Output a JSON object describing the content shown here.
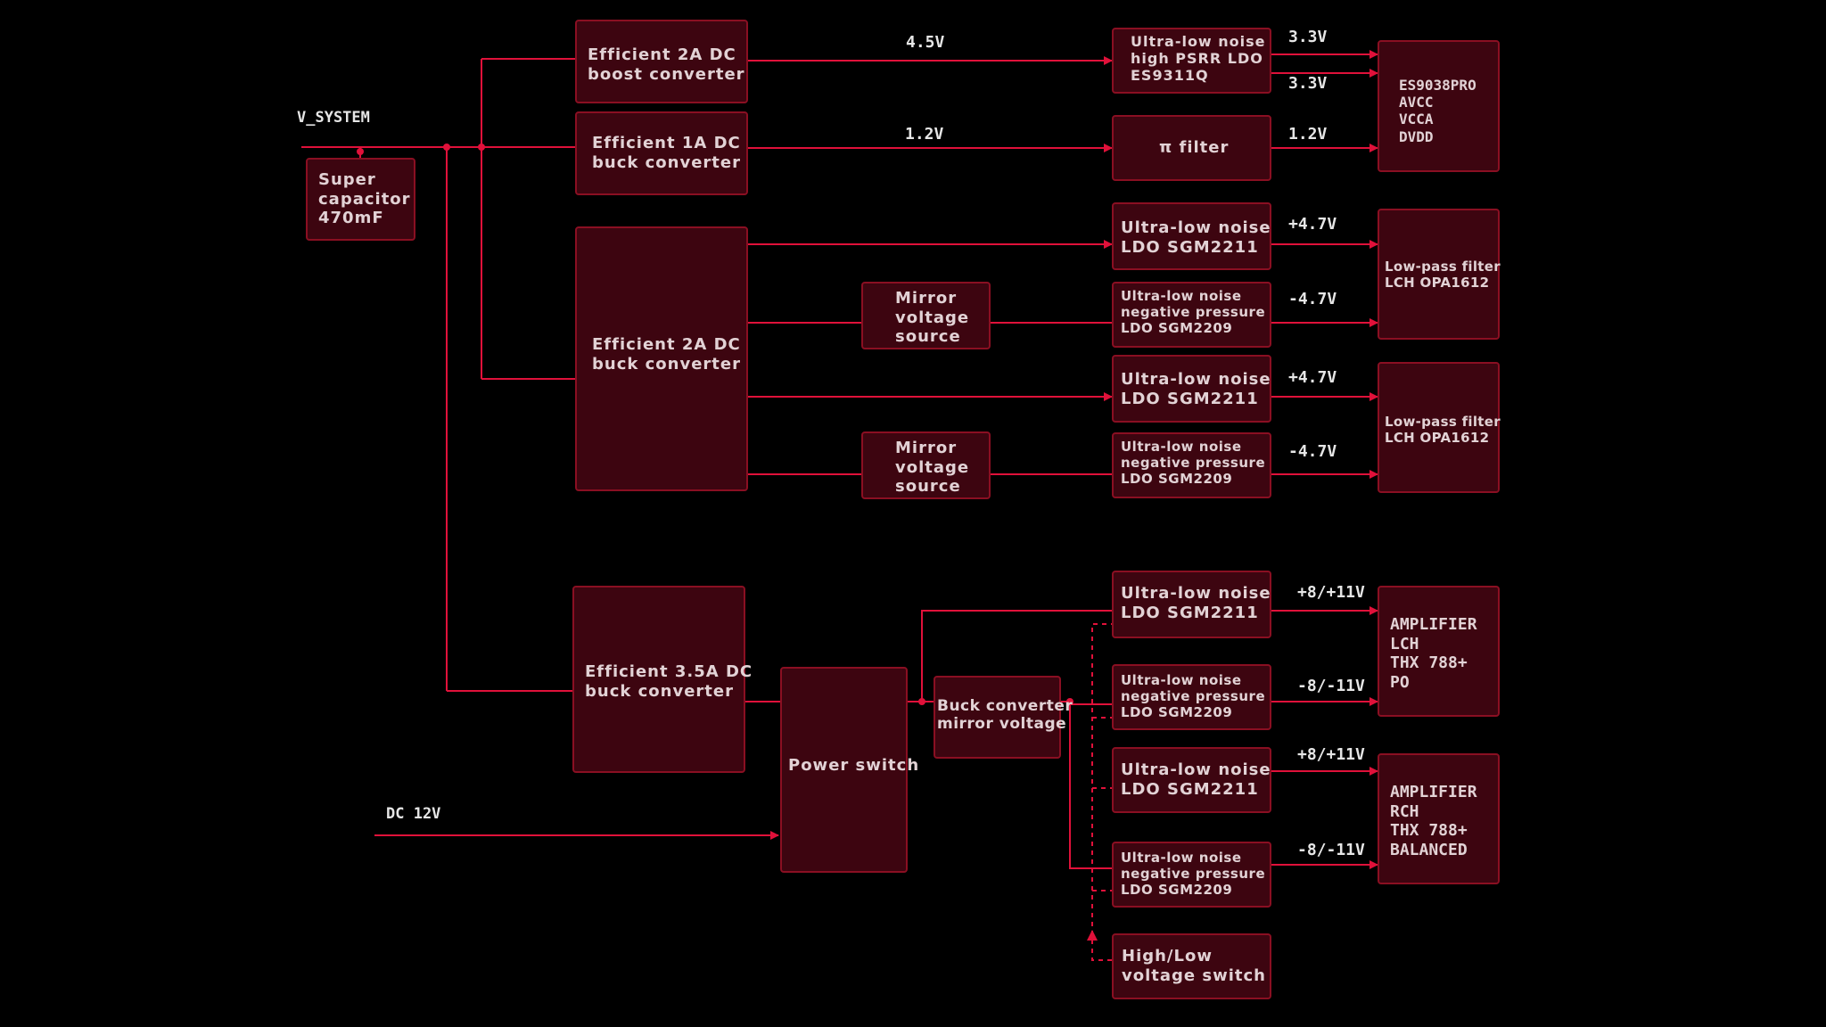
{
  "colors": {
    "background": "#000000",
    "wire": "#e0113a",
    "box_fill": "#3d0510",
    "box_border": "#8a0f22"
  },
  "labels": {
    "v_system": "V_SYSTEM",
    "dc_12v": "DC 12V",
    "v_4_5": "4.5V",
    "v_1_2_in": "1.2V",
    "v_3_3_a": "3.3V",
    "v_3_3_b": "3.3V",
    "v_1_2_out": "1.2V",
    "p47_a": "+4.7V",
    "n47_a": "-4.7V",
    "p47_b": "+4.7V",
    "n47_b": "-4.7V",
    "p811_a": "+8/+11V",
    "n811_a": "-8/-11V",
    "p811_b": "+8/+11V",
    "n811_b": "-8/-11V"
  },
  "boxes": {
    "supercap": "Super\ncapacitor\n470mF",
    "boost2a": "Efficient 2A DC\nboost converter",
    "buck1a": "Efficient 1A DC\nbuck converter",
    "buck2a": "Efficient 2A DC\nbuck converter",
    "buck35a": "Efficient 3.5A DC\nbuck converter",
    "power_switch": "Power switch",
    "buck_mirror": "Buck converter\nmirror voltage",
    "mirror1": "Mirror\nvoltage\nsource",
    "mirror2": "Mirror\nvoltage\nsource",
    "ldo_es9311": "Ultra-low noise\nhigh PSRR LDO\nES9311Q",
    "pi_filter": "π filter",
    "ldo_sgm2211_a": "Ultra-low noise\nLDO SGM2211",
    "ldo_sgm2209_a": "Ultra-low noise\nnegative pressure\nLDO SGM2209",
    "ldo_sgm2211_b": "Ultra-low noise\nLDO SGM2211",
    "ldo_sgm2209_b": "Ultra-low noise\nnegative pressure\nLDO SGM2209",
    "ldo_sgm2211_c": "Ultra-low noise\nLDO SGM2211",
    "ldo_sgm2209_c": "Ultra-low noise\nnegative pressure\nLDO SGM2209",
    "ldo_sgm2211_d": "Ultra-low noise\nLDO SGM2211",
    "ldo_sgm2209_d": "Ultra-low noise\nnegative pressure\nLDO SGM2209",
    "hl_switch": "High/Low\nvoltage switch",
    "es9038": "ES9038PRO\nAVCC\nVCCA\nDVDD",
    "lpf1": "Low-pass filter\nLCH OPA1612",
    "lpf2": "Low-pass filter\nLCH OPA1612",
    "amp_l": "AMPLIFIER\nLCH\nTHX 788+\nPO",
    "amp_r": "AMPLIFIER\nRCH\nTHX 788+\nBALANCED"
  }
}
